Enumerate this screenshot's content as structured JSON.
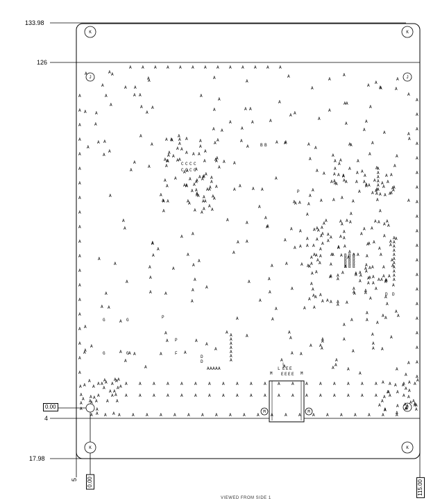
{
  "dimensions": {
    "top": "133.98",
    "upper": "126",
    "lower": "4",
    "bottom": "17.98",
    "left_zero": "0.00",
    "left_origin": "0.00",
    "left_offset": "5",
    "right_total": "115.00"
  },
  "marker_labels": {
    "fiducial_k": "K",
    "fiducial_j": "J",
    "connector_m": "M",
    "mounting_m": "M",
    "part_a": "A",
    "part_c": "C",
    "part_b": "B",
    "part_d": "D",
    "part_e": "E",
    "part_f": "F",
    "part_g": "G",
    "part_l": "L",
    "part_p": "P"
  },
  "footer_text": "VIEWED FROM SIDE 1"
}
